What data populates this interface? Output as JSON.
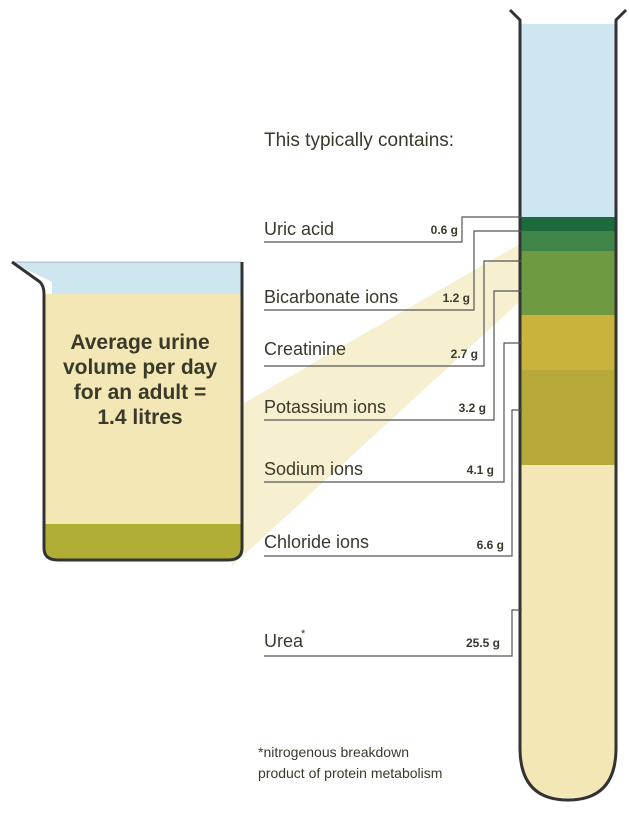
{
  "heading": "This typically contains:",
  "beaker_text": {
    "line1": "Average urine",
    "line2": "volume per day",
    "line3": "for an adult =",
    "line4": "1.4 litres"
  },
  "components": [
    {
      "name": "Uric acid",
      "amount": "0.6 g"
    },
    {
      "name": "Bicarbonate ions",
      "amount": "1.2 g"
    },
    {
      "name": "Creatinine",
      "amount": "2.7 g"
    },
    {
      "name": "Potassium ions",
      "amount": "3.2 g"
    },
    {
      "name": "Sodium ions",
      "amount": "4.1 g"
    },
    {
      "name": "Chloride ions",
      "amount": "6.6 g"
    },
    {
      "name": "Urea",
      "amount": "25.5 g"
    }
  ],
  "urea_marker": "*",
  "footnote": {
    "line1": "*nitrogenous breakdown",
    "line2": "product of protein metabolism"
  },
  "colors": {
    "water": "#cde6f0",
    "urine": "#f3e7b6",
    "sediment": "#b0ad35",
    "uric_acid": "#1d6b3c",
    "bicarbonate": "#6e9b42",
    "creatinine": "#c9b33c",
    "potassium": "#b7a83a",
    "sodium": "#d6c56a",
    "label_line": "#555555",
    "text": "#3a3a2a"
  }
}
